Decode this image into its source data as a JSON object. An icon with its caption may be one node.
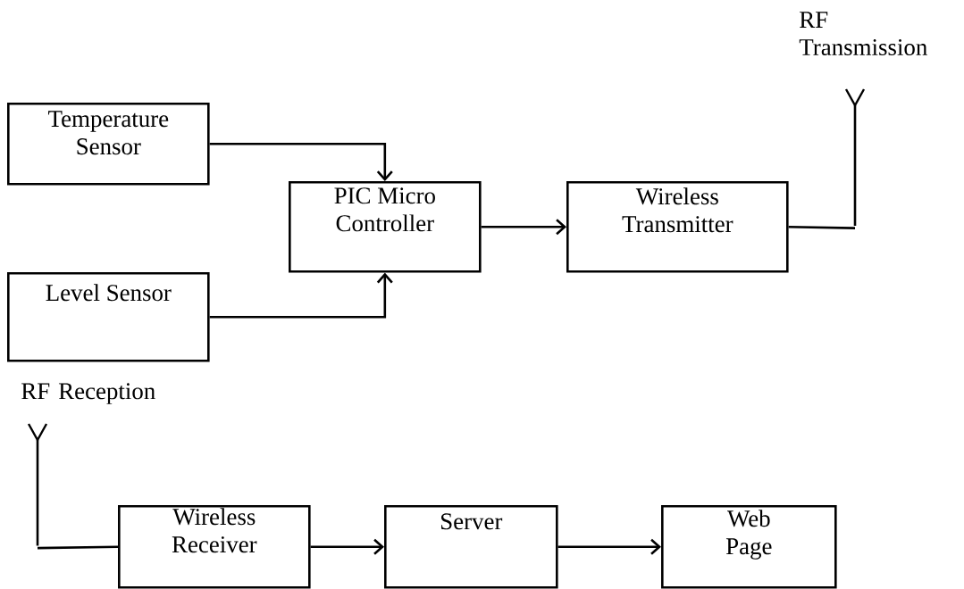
{
  "diagram": {
    "nodes": [
      {
        "text": [
          "Temperature Sensor"
        ]
      },
      {
        "text": [
          "Level Sensor"
        ]
      },
      {
        "text": [
          "PIC Micro Controller"
        ]
      },
      {
        "text": [
          "Wireless Transmitter"
        ]
      },
      {
        "text": [],
        "shape": "picture",
        "beside": [
          "RF Transmission"
        ]
      },
      {
        "text": [],
        "shape": "picture",
        "beside": [
          "RF Reception"
        ]
      },
      {
        "text": [
          "Wireless Receiver"
        ]
      },
      {
        "text": [
          "Server"
        ]
      },
      {
        "text": [
          "Web Page"
        ]
      }
    ],
    "edges": [
      {
        "from": 0,
        "to": 2,
        "arrow": "to"
      },
      {
        "from": 1,
        "to": 2,
        "arrow": "to"
      },
      {
        "from": 2,
        "to": 3,
        "arrow": "to"
      },
      {
        "from": 3,
        "to": 4,
        "arrow": "none"
      },
      {
        "from": 5,
        "to": 6,
        "arrow": "none"
      },
      {
        "from": 6,
        "to": 7,
        "arrow": "to"
      },
      {
        "from": 7,
        "to": 8,
        "arrow": "to"
      }
    ]
  }
}
